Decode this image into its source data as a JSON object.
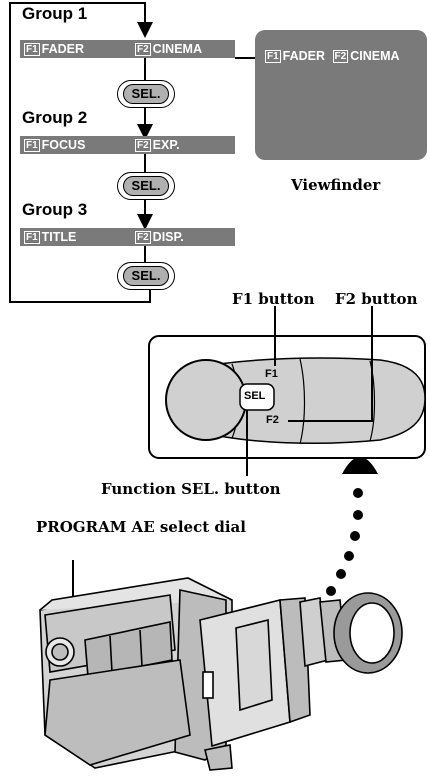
{
  "groups": [
    {
      "label": "Group 1",
      "f1_key": "F1",
      "f1_text": "FADER",
      "f2_key": "F2",
      "f2_text": "CINEMA"
    },
    {
      "label": "Group 2",
      "f1_key": "F1",
      "f1_text": "FOCUS",
      "f2_key": "F2",
      "f2_text": "EXP."
    },
    {
      "label": "Group 3",
      "f1_key": "F1",
      "f1_text": "TITLE",
      "f2_key": "F2",
      "f2_text": "DISP."
    }
  ],
  "sel_label": "SEL.",
  "viewfinder": {
    "label": "Viewfinder",
    "f1_key": "F1",
    "f1_text": "FADER",
    "f2_key": "F2",
    "f2_text": "CINEMA"
  },
  "button_panel": {
    "f1_button_label": "F1 button",
    "f2_button_label": "F2 button",
    "f1_mark": "F1",
    "f2_mark": "F2",
    "sel_mark": "SEL",
    "function_sel_label": "Function SEL. button"
  },
  "camera": {
    "program_ae_label": "PROGRAM AE select dial"
  },
  "colors": {
    "bar_gray": "#7a7a7a",
    "sel_fill": "#b0b0b0"
  }
}
